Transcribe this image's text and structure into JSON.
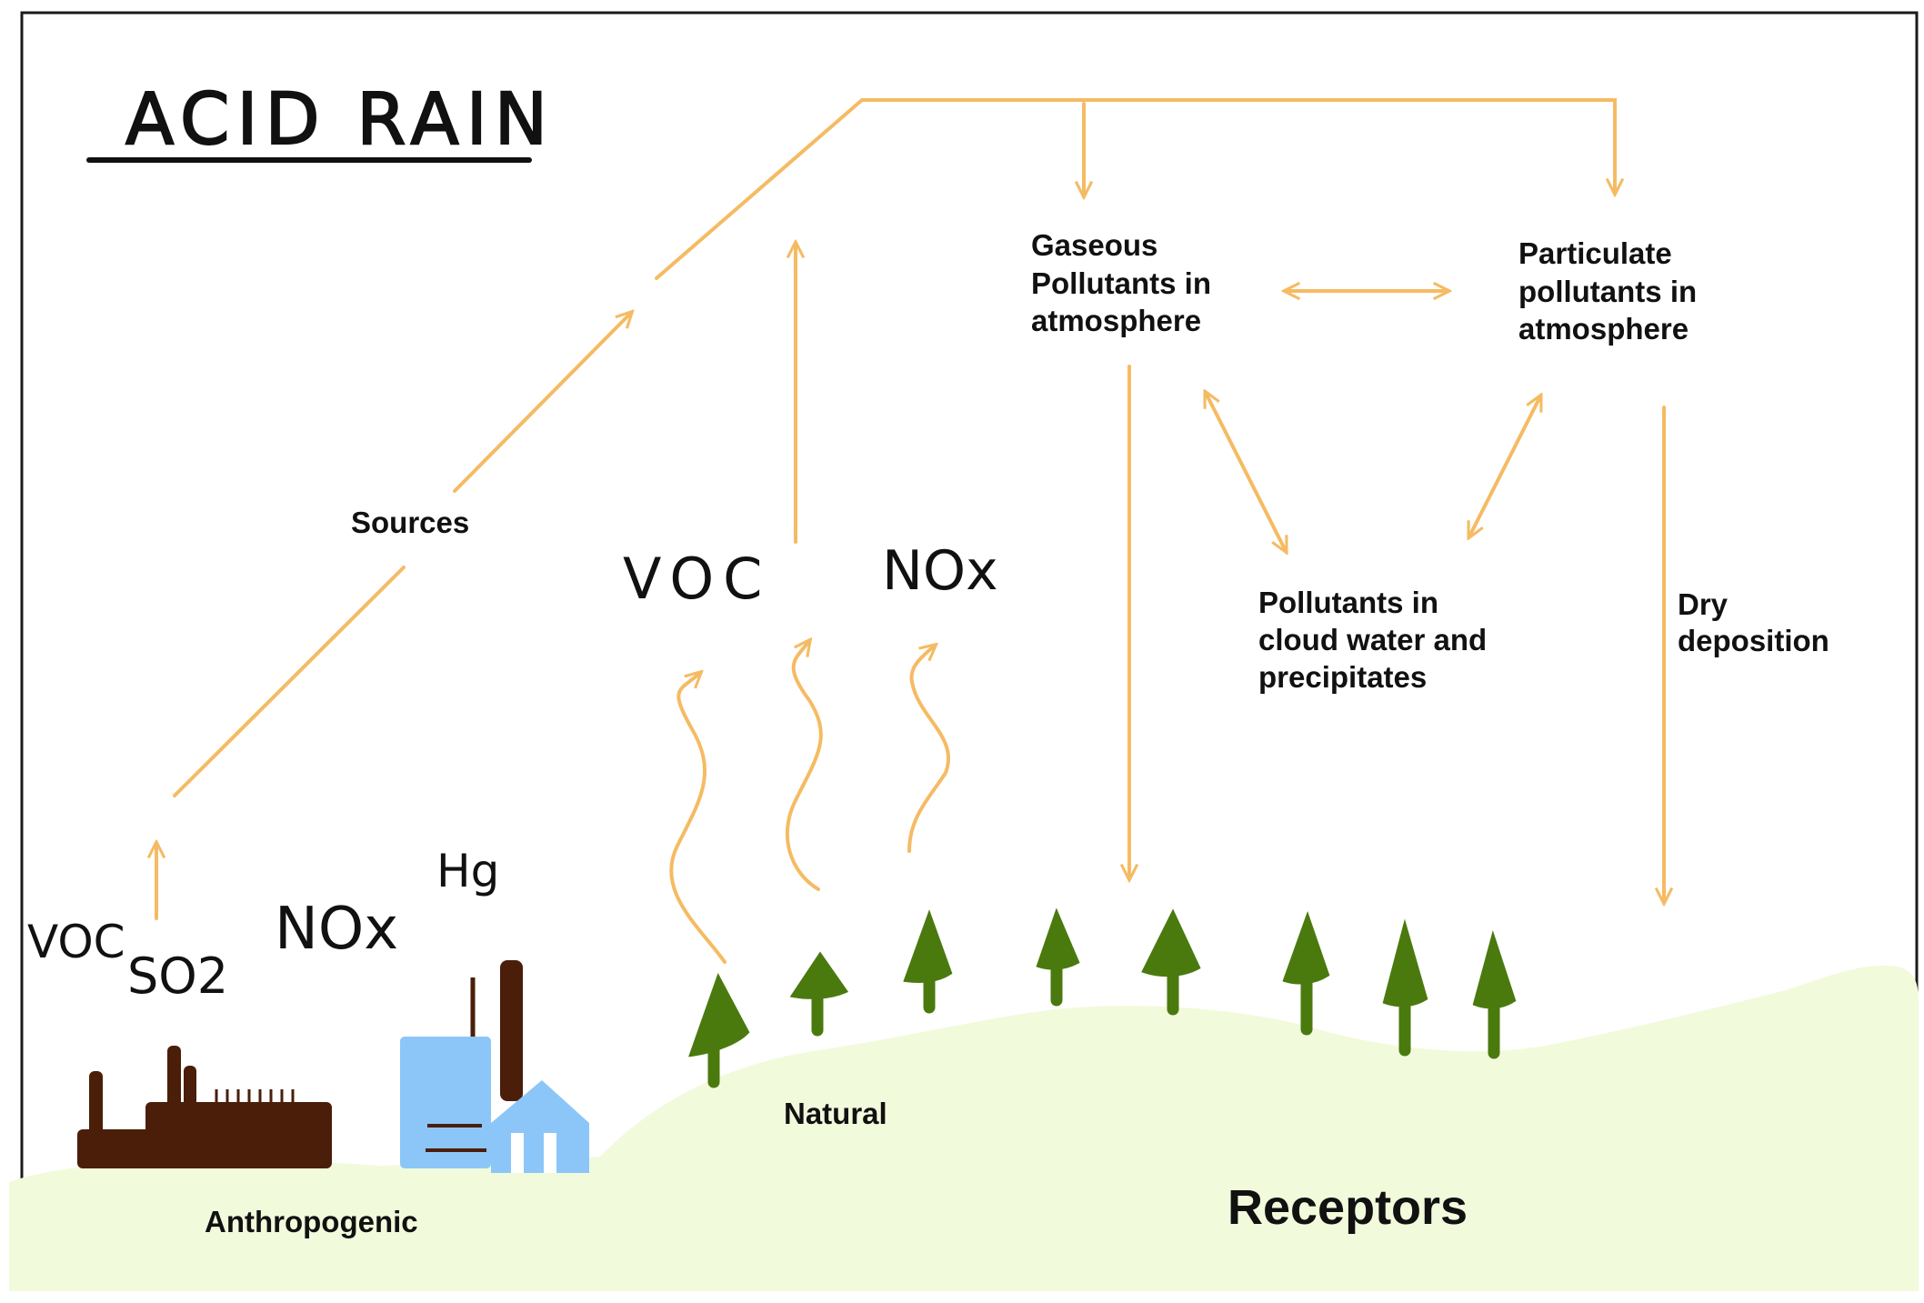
{
  "title": "ACID RAIN",
  "labels": {
    "sources": "Sources",
    "gaseous": [
      "Gaseous",
      "Pollutants in",
      "atmosphere"
    ],
    "particulate": [
      "Particulate",
      "pollutants in",
      "atmosphere"
    ],
    "cloud_water": [
      "Pollutants in",
      "cloud water and",
      "precipitates"
    ],
    "dry_deposition": [
      "Dry",
      "deposition"
    ],
    "natural": "Natural",
    "anthropogenic": "Anthropogenic",
    "receptors": "Receptors"
  },
  "handwritten": {
    "voc_natural": "VOC",
    "nox_natural": "NOx",
    "voc_anthro": "VOC",
    "so2": "SO2",
    "nox_anthro": "NOx",
    "hg": "Hg"
  },
  "colors": {
    "arrow": "#f5bb63",
    "ground": "#f2fadc",
    "tree": "#4a7a0e",
    "factory": "#4a1e09",
    "building": "#8cc6f8",
    "frame": "#1a1a1a"
  },
  "icons": [
    "factory-icon",
    "power-plant-icon",
    "tree-icon"
  ]
}
